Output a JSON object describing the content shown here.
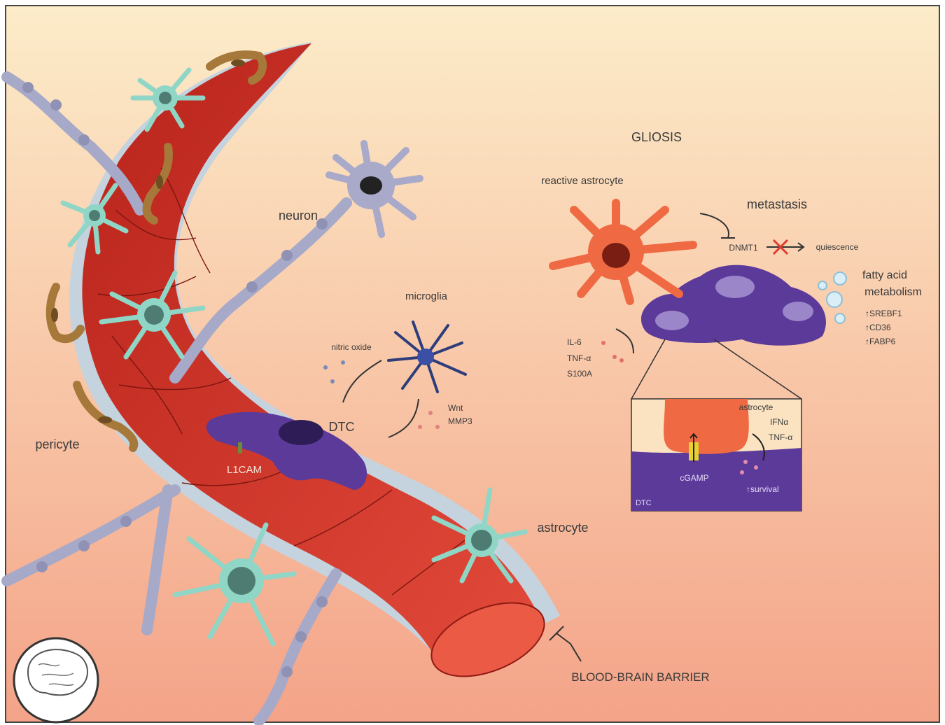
{
  "labels": {
    "gliosis": "GLIOSIS",
    "reactive_astrocyte": "reactive astrocyte",
    "metastasis": "metastasis",
    "dnmt1": "DNMT1",
    "quiescence": "quiescence",
    "fatty_acid_1": "fatty acid",
    "fatty_acid_2": "metabolism",
    "srebf1": "SREBF1",
    "cd36": "CD36",
    "fabp6": "FABP6",
    "il6": "IL-6",
    "tnfa": "TNF-α",
    "s100a": "S100A",
    "neuron": "neuron",
    "microglia": "microglia",
    "nitric_oxide": "nitric oxide",
    "wnt": "Wnt",
    "mmp3": "MMP3",
    "dtc": "DTC",
    "l1cam": "L1CAM",
    "pericyte": "pericyte",
    "astrocyte": "astrocyte",
    "bbb": "BLOOD-BRAIN BARRIER",
    "inset_astrocyte": "astrocyte",
    "inset_ifna": "IFNα",
    "inset_tnfa": "TNF-α",
    "inset_cgamp": "cGAMP",
    "inset_survival": "survival",
    "inset_dtc": "DTC"
  },
  "colors": {
    "background_top": "#fbe7c4",
    "background_bottom": "#f4a48a",
    "vessel": "#d8342a",
    "vessel_dark": "#a51e18",
    "vessel_halo": "#c9d6e0",
    "astrocyte": "#8fd6c6",
    "neuron": "#a9a9c9",
    "reactive_astrocyte": "#ef6a43",
    "tumor": "#5b3a9a",
    "pericyte": "#a77b3c",
    "microglia": "#2e3d7a"
  }
}
